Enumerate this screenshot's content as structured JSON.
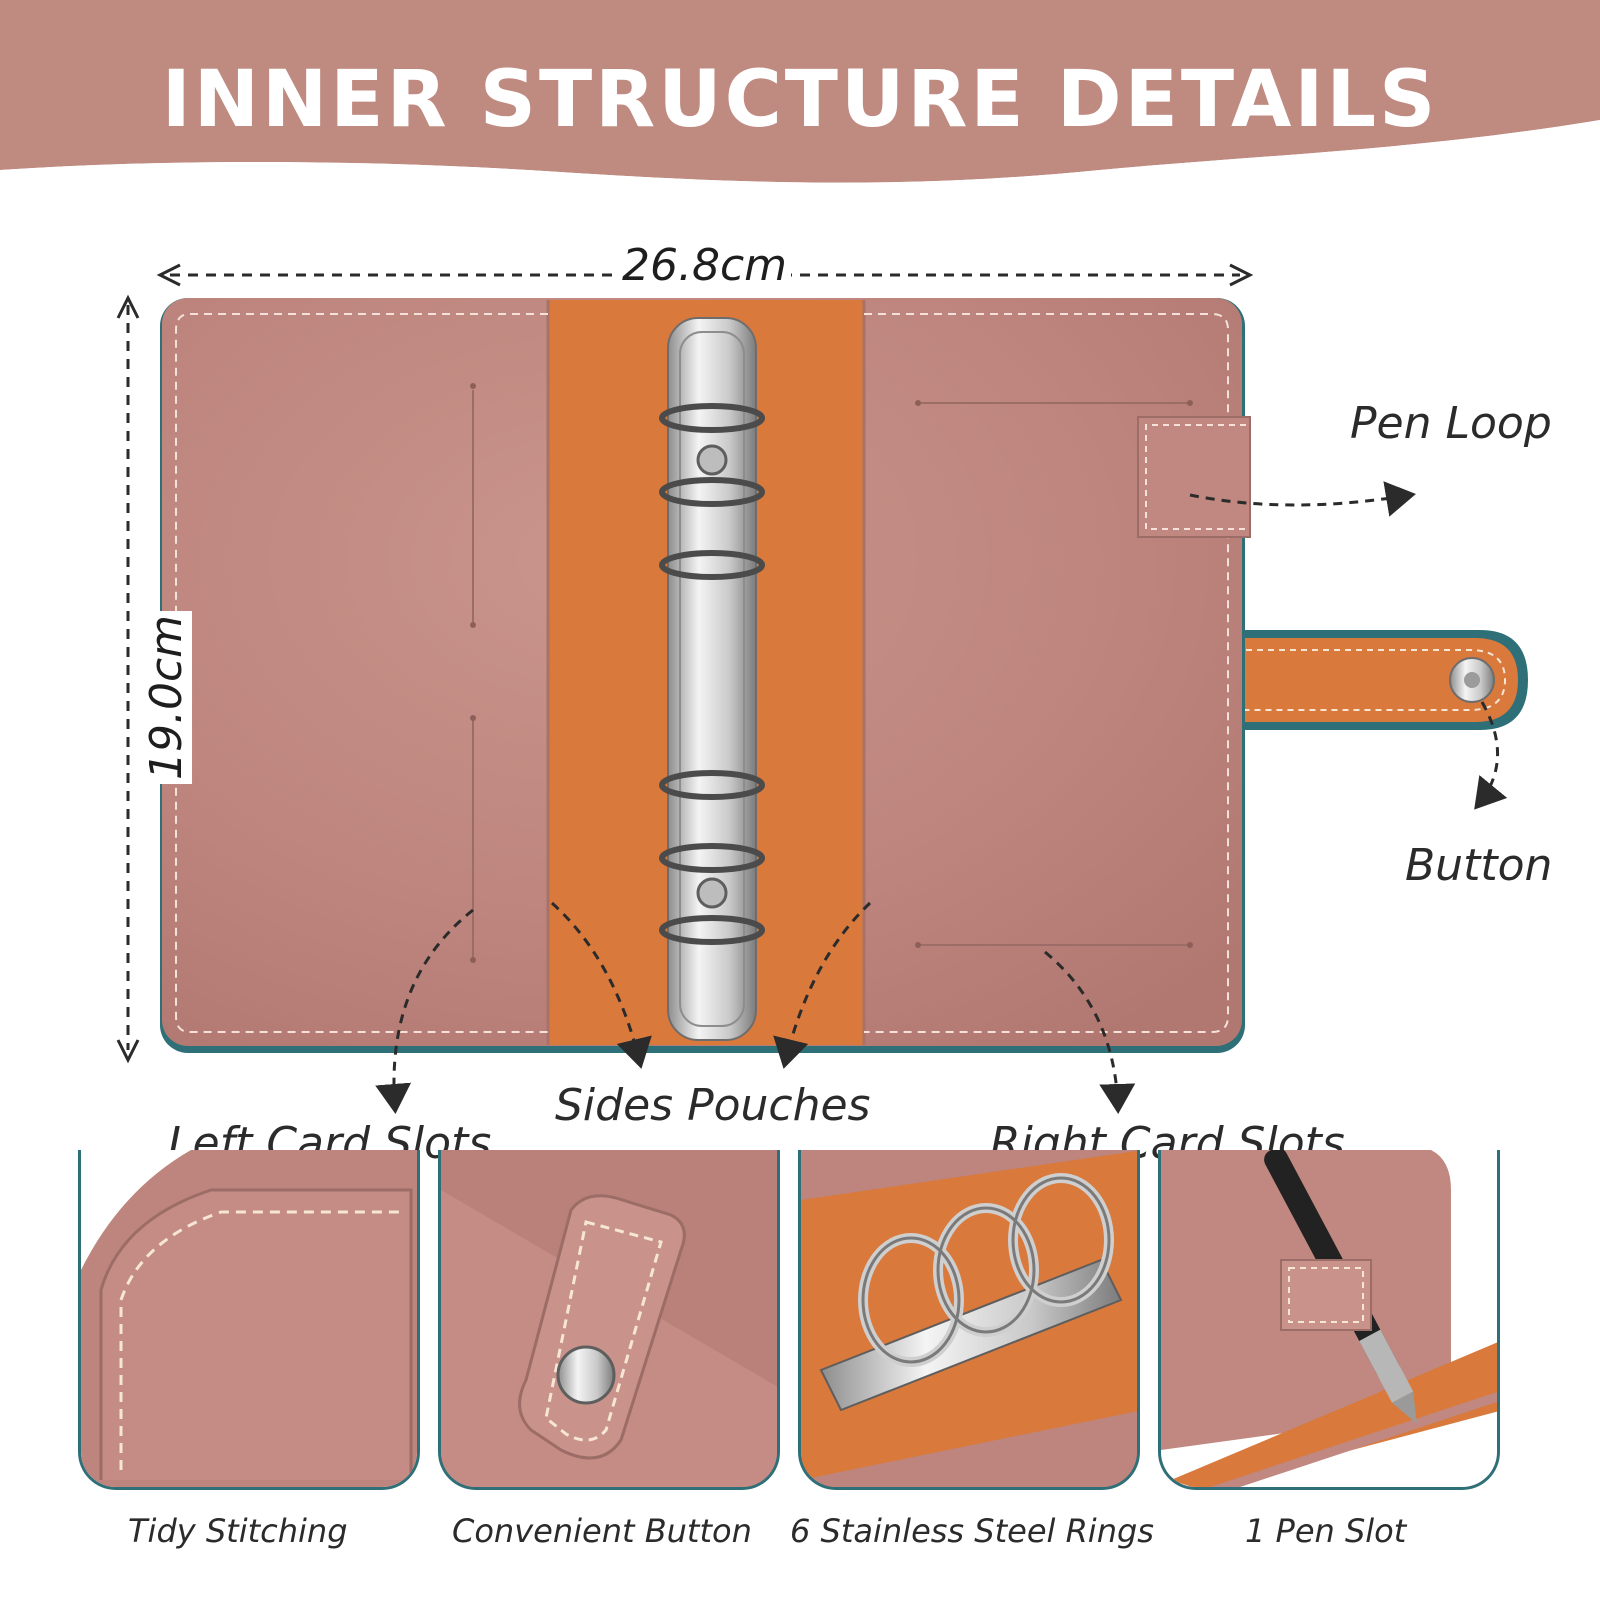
{
  "title": "INNER STRUCTURE DETAILS",
  "dimensions": {
    "width": "26.8cm",
    "height": "19.0cm"
  },
  "callouts": {
    "pen_loop": "Pen Loop",
    "button": "Button",
    "left_card_slots": "Left Card Slots",
    "sides_pouches": "Sides Pouches",
    "right_card_slots": "Right Card Slots"
  },
  "features": [
    {
      "caption": "Tidy Stitching",
      "icon": "stitched-corner"
    },
    {
      "caption": "Convenient Button",
      "icon": "snap-button-strap"
    },
    {
      "caption": "6 Stainless Steel Rings",
      "icon": "binder-rings"
    },
    {
      "caption": "1 Pen Slot",
      "icon": "pen-in-loop"
    }
  ],
  "colors": {
    "banner": "#bf8a80",
    "leather": "#c08880",
    "leather_dark": "#a8716a",
    "spine": "#d9793c",
    "teal_trim": "#2f6f78",
    "metal": "#d9d9d9"
  }
}
